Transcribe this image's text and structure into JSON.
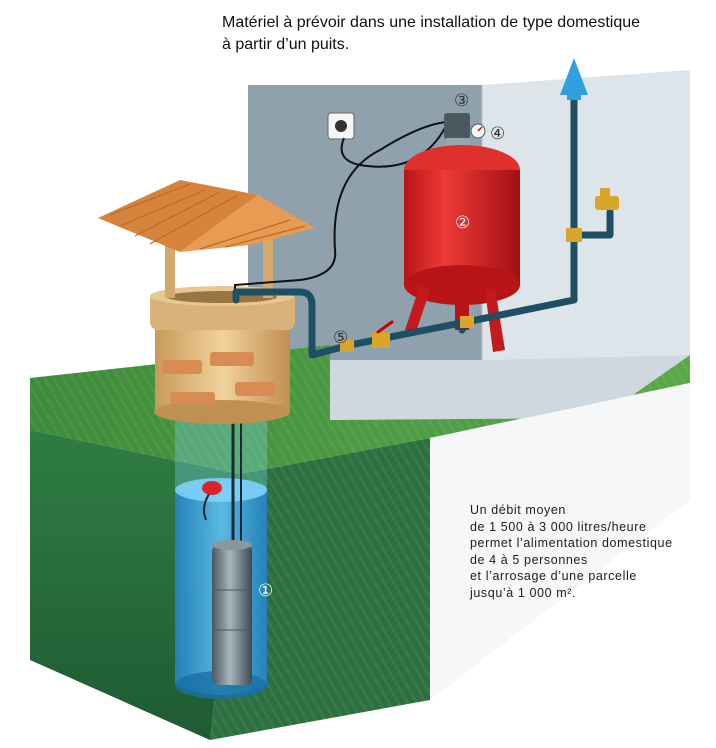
{
  "title": {
    "line1": "Matériel à prévoir dans une installation de type domestique",
    "line2": "à partir d’un puits."
  },
  "info": {
    "lines": [
      "Un débit moyen",
      "de 1 500 à 3 000 litres/heure",
      "permet l’alimentation domestique",
      "de 4 à 5 personnes",
      "et l’arrosage d’une parcelle",
      "jusqu’à 1 000 m²."
    ]
  },
  "markers": {
    "pump": "①",
    "tank": "②",
    "pressure_switch": "③",
    "gauge": "④",
    "valve": "⑤"
  },
  "colors": {
    "wall_back": "#8fa1ad",
    "wall_right": "#dde5ea",
    "floor": "#cfd8de",
    "grass_top": "#4f9a3f",
    "soil_front": "#2f6f3e",
    "tank": "#d8242a",
    "pipe": "#1f4f63",
    "roof": "#d6843c",
    "water": "#2ea0e0"
  }
}
